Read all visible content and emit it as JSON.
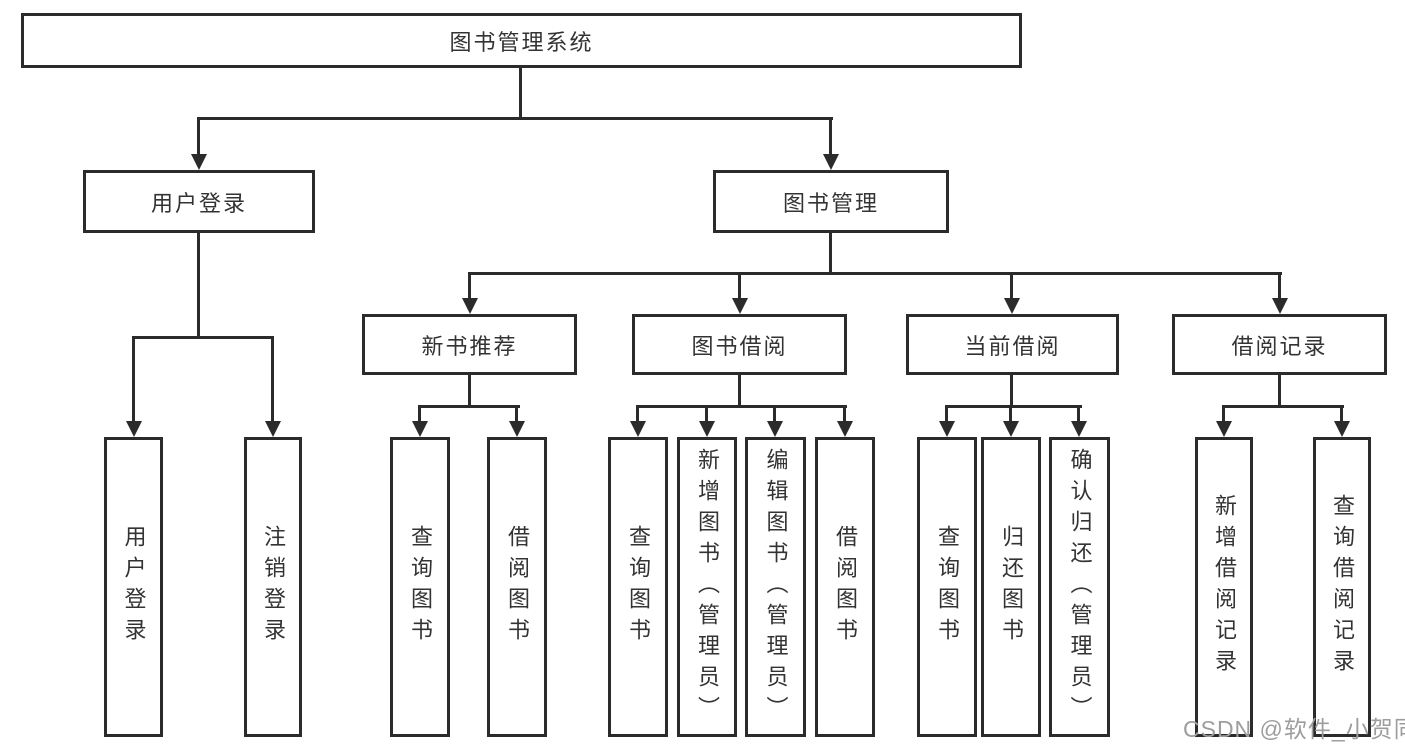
{
  "tree": {
    "label": "图书管理系统",
    "children": [
      {
        "label": "用户登录",
        "children": [
          {
            "label": "用户登录"
          },
          {
            "label": "注销登录"
          }
        ]
      },
      {
        "label": "图书管理",
        "children": [
          {
            "label": "新书推荐",
            "children": [
              {
                "label": "查询图书"
              },
              {
                "label": "借阅图书"
              }
            ]
          },
          {
            "label": "图书借阅",
            "children": [
              {
                "label": "查询图书"
              },
              {
                "label": "新增图书（管理员）"
              },
              {
                "label": "编辑图书（管理员）"
              },
              {
                "label": "借阅图书"
              }
            ]
          },
          {
            "label": "当前借阅",
            "children": [
              {
                "label": "查询图书"
              },
              {
                "label": "归还图书"
              },
              {
                "label": "确认归还（管理员）"
              }
            ]
          },
          {
            "label": "借阅记录",
            "children": [
              {
                "label": "新增借阅记录"
              },
              {
                "label": "查询借阅记录"
              }
            ]
          }
        ]
      }
    ]
  },
  "watermark": "CSDN @软件_小贺同学",
  "colors": {
    "line": "#2b2b2b",
    "text": "#333333",
    "background": "#ffffff",
    "watermark": "#9d9d9d"
  }
}
